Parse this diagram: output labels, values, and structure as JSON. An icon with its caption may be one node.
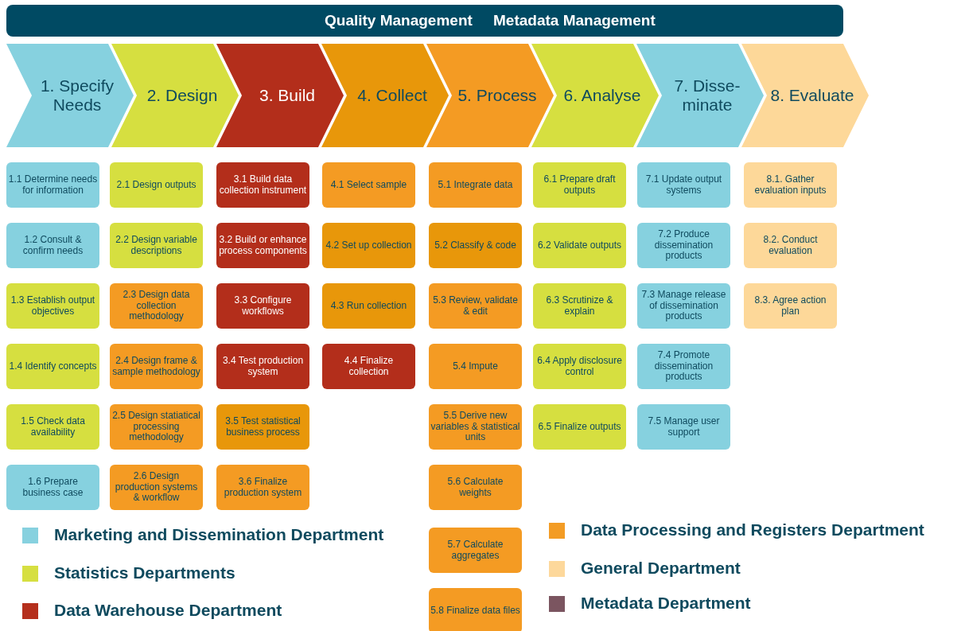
{
  "diagram": {
    "nodes": [
      {
        "text": [
          "Quality Management",
          "Metadata Management"
        ]
      },
      {
        "text": [
          "1. Specify Needs"
        ]
      },
      {
        "text": [
          "2. Design"
        ]
      },
      {
        "text": [
          "3. Build"
        ]
      },
      {
        "text": [
          "4. Collect"
        ]
      },
      {
        "text": [
          "5. Process"
        ]
      },
      {
        "text": [
          "6. Analyse"
        ]
      },
      {
        "text": [
          "7. Disse- minate"
        ]
      },
      {
        "text": [
          "8. Evaluate"
        ]
      },
      {
        "text": [
          "1.1 Determine needs for information"
        ]
      },
      {
        "text": [
          "1.2 Consult & confirm needs"
        ]
      },
      {
        "text": [
          "1.3 Establish output objectives"
        ]
      },
      {
        "text": [
          "1.4 Identify concepts"
        ]
      },
      {
        "text": [
          "1.5 Check data availability"
        ]
      },
      {
        "text": [
          "1.6 Prepare business case"
        ]
      },
      {
        "text": [
          "2.1 Design outputs"
        ]
      },
      {
        "text": [
          "2.2 Design variable descriptions"
        ]
      },
      {
        "text": [
          "2.3 Design data collection methodology"
        ]
      },
      {
        "text": [
          "2.4 Design frame & sample methodology"
        ]
      },
      {
        "text": [
          "2.5 Design statiatical processing methodology"
        ]
      },
      {
        "text": [
          "2.6 Design production systems & workflow"
        ]
      },
      {
        "text": [
          "3.1 Build data collection instrument"
        ]
      },
      {
        "text": [
          "3.2 Build or enhance process components"
        ]
      },
      {
        "text": [
          "3.3 Configure workflows"
        ]
      },
      {
        "text": [
          "3.4 Test production system"
        ]
      },
      {
        "text": [
          "3.5 Test statistical business process"
        ]
      },
      {
        "text": [
          "3.6 Finalize production system"
        ]
      },
      {
        "text": [
          "4.1 Select sample"
        ]
      },
      {
        "text": [
          "4.2 Set up collection"
        ]
      },
      {
        "text": [
          "4.3 Run collection"
        ]
      },
      {
        "text": [
          "4.4 Finalize collection"
        ]
      },
      {
        "text": [
          "5.1 Integrate data"
        ]
      },
      {
        "text": [
          "5.2 Classify & code"
        ]
      },
      {
        "text": [
          "5.3 Review, validate & edit"
        ]
      },
      {
        "text": [
          "5.4 Impute"
        ]
      },
      {
        "text": [
          "5.5 Derive new variables & statistical units"
        ]
      },
      {
        "text": [
          "5.6 Calculate weights"
        ]
      },
      {
        "text": [
          "5.7 Calculate aggregates"
        ]
      },
      {
        "text": [
          "5.8 Finalize data files"
        ]
      },
      {
        "text": [
          "6.1 Prepare draft outputs"
        ]
      },
      {
        "text": [
          "6.2 Validate outputs"
        ]
      },
      {
        "text": [
          "6.3 Scrutinize & explain"
        ]
      },
      {
        "text": [
          "6.4 Apply disclosure control"
        ]
      },
      {
        "text": [
          "6.5 Finalize outputs"
        ]
      },
      {
        "text": [
          "7.1 Update output systems"
        ]
      },
      {
        "text": [
          "7.2 Produce dissemination products"
        ]
      },
      {
        "text": [
          "7.3 Manage release of dissemination products"
        ]
      },
      {
        "text": [
          "7.4 Promote dissemination products"
        ]
      },
      {
        "text": [
          "7.5 Manage user support"
        ]
      },
      {
        "text": [
          "8.1. Gather evaluation inputs"
        ]
      },
      {
        "text": [
          "8.2. Conduct evaluation"
        ]
      },
      {
        "text": [
          "8.3. Agree action plan"
        ]
      }
    ],
    "legend": [
      {
        "text": "Marketing and Dissemination Department",
        "color": "#87d1df"
      },
      {
        "text": "Statistics Departments",
        "color": "#d6df41"
      },
      {
        "text": "Data Warehouse Department",
        "color": "#b52f1c"
      },
      {
        "text": "Data Processing and Registers Department",
        "color": "#f39c25"
      },
      {
        "text": "General Department",
        "color": "#fdd89b"
      },
      {
        "text": "Metadata Department",
        "color": "#7b5560"
      }
    ]
  }
}
